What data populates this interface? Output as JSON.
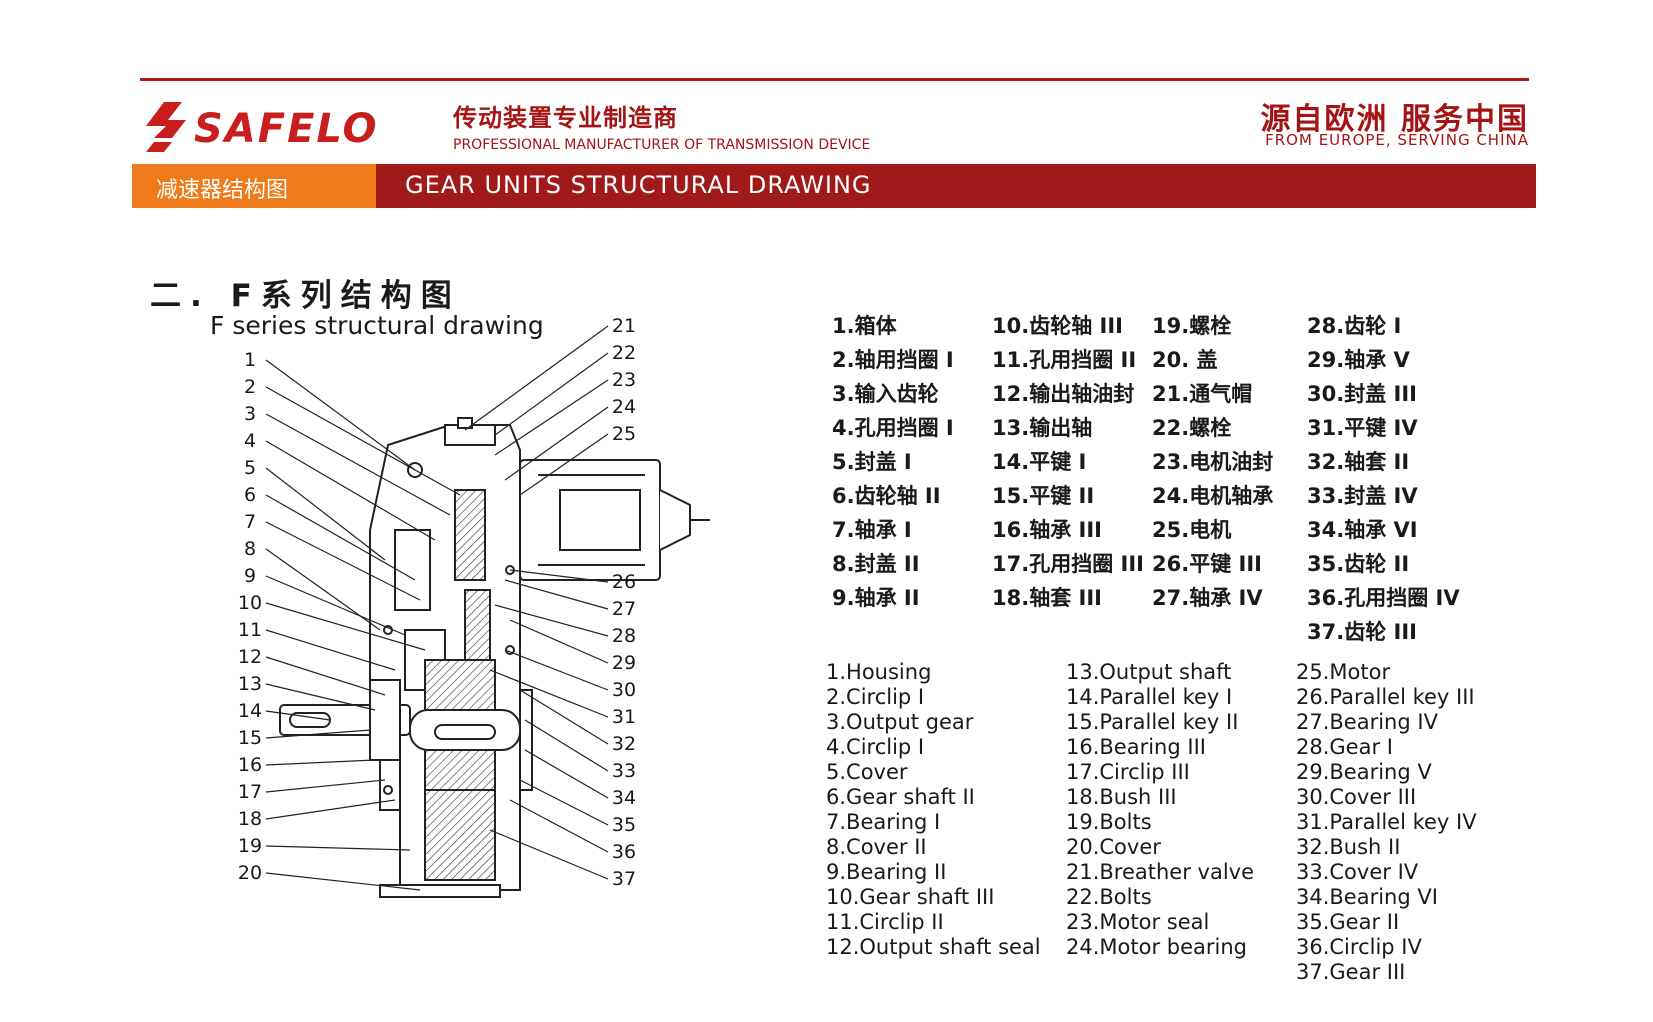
{
  "header": {
    "brand": "SAFELO",
    "tagline_cn": "传动装置专业制造商",
    "tagline_en": "PROFESSIONAL MANUFACTURER OF TRANSMISSION DEVICE",
    "slogan_cn": "源自欧洲  服务中国",
    "slogan_en": "FROM EUROPE, SERVING CHINA"
  },
  "band": {
    "title_cn": "减速器结构图",
    "title_en": "GEAR UNITS STRUCTURAL DRAWING"
  },
  "section": {
    "title_cn": "二. F系列结构图",
    "title_en": "F series structural drawing"
  },
  "callouts_left": [
    "1",
    "2",
    "3",
    "4",
    "5",
    "6",
    "7",
    "8",
    "9",
    "10",
    "11",
    "12",
    "13",
    "14",
    "15",
    "16",
    "17",
    "18",
    "19",
    "20"
  ],
  "callouts_right_top": [
    "21",
    "22",
    "23",
    "24",
    "25"
  ],
  "callouts_right_bottom": [
    "26",
    "27",
    "28",
    "29",
    "30",
    "31",
    "32",
    "33",
    "34",
    "35",
    "36",
    "37"
  ],
  "parts_cn": {
    "col1": [
      "1.箱体",
      "2.轴用挡圈 I",
      "3.输入齿轮",
      "4.孔用挡圈 I",
      "5.封盖 I",
      "6.齿轮轴 II",
      "7.轴承 I",
      "8.封盖 II",
      "9.轴承 II"
    ],
    "col2": [
      "10.齿轮轴 III",
      "11.孔用挡圈 II",
      "12.输出轴油封",
      "13.输出轴",
      "14.平键 I",
      "15.平键 II",
      "16.轴承 III",
      "17.孔用挡圈 III",
      "18.轴套 III"
    ],
    "col3": [
      "19.螺栓",
      "20.  盖",
      "21.通气帽",
      "22.螺栓",
      "23.电机油封",
      "24.电机轴承",
      "25.电机",
      "26.平键 III",
      "27.轴承 IV"
    ],
    "col4": [
      "28.齿轮 I",
      "29.轴承 V",
      "30.封盖 III",
      "31.平键 IV",
      "32.轴套 II",
      "33.封盖 IV",
      "34.轴承 VI",
      "35.齿轮 II",
      "36.孔用挡圈 IV",
      "37.齿轮 III"
    ]
  },
  "parts_en": {
    "col1": [
      "1.Housing",
      "2.Circlip  I",
      "3.Output gear",
      "4.Circlip  I",
      "5.Cover",
      "6.Gear shaft  II",
      "7.Bearing  I",
      "8.Cover  II",
      "9.Bearing  II",
      "10.Gear shaft  III",
      "11.Circlip  II",
      "12.Output shaft seal"
    ],
    "col2": [
      "13.Output shaft",
      "14.Parallel key  I",
      "15.Parallel key  II",
      "16.Bearing  III",
      "17.Circlip  III",
      "18.Bush  III",
      "19.Bolts",
      "20.Cover",
      "21.Breather valve",
      "22.Bolts",
      "23.Motor seal",
      "24.Motor bearing"
    ],
    "col3": [
      "25.Motor",
      "26.Parallel key  III",
      "27.Bearing  IV",
      "28.Gear  I",
      "29.Bearing  V",
      "30.Cover  III",
      "31.Parallel key  IV",
      "32.Bush  II",
      "33.Cover  IV",
      "34.Bearing  VI",
      "35.Gear  II",
      "36.Circlip  IV",
      "37.Gear  III"
    ]
  },
  "colors": {
    "brand_red": "#a11a1a",
    "accent_orange": "#ee7a1a"
  }
}
